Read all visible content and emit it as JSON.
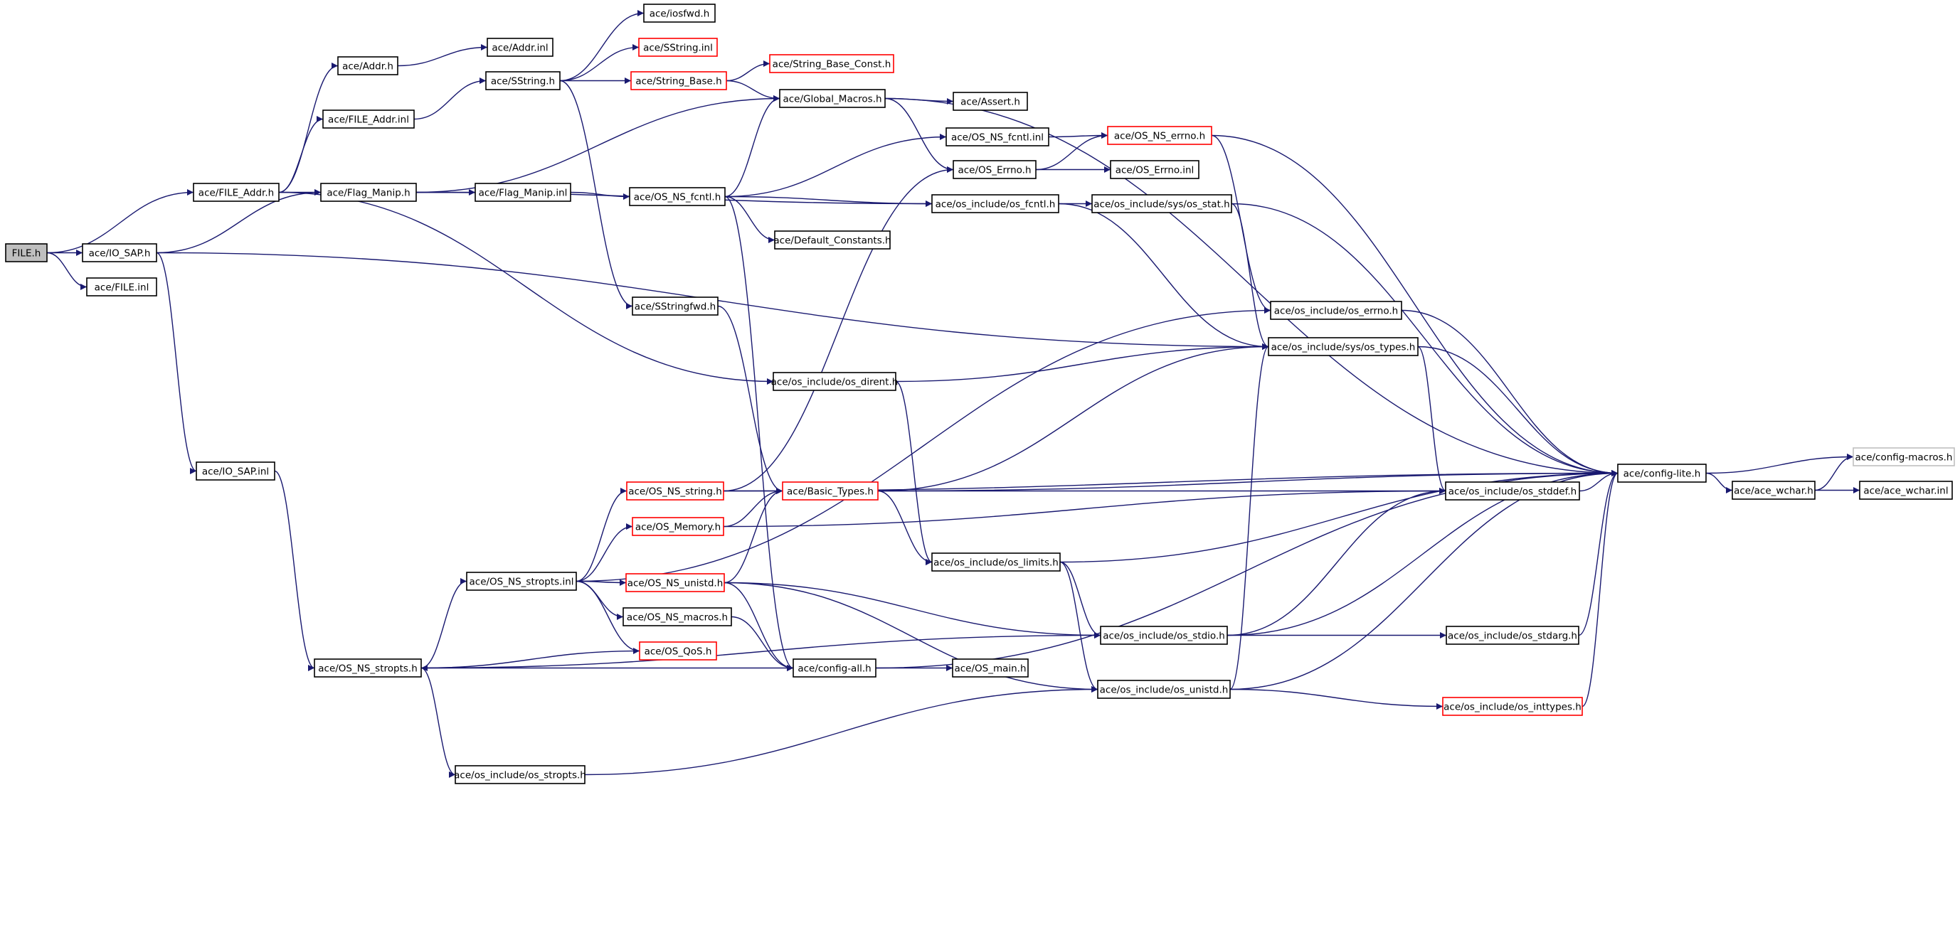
{
  "colors": {
    "edge": "#191970",
    "node_border": "#000000",
    "missing_border": "#ff0000",
    "external_border": "#bfbfbf",
    "root_fill": "#bfbfbf",
    "node_fill": "#ffffff"
  },
  "nodes": [
    {
      "id": "file_h",
      "label": "FILE.h",
      "style": "root"
    },
    {
      "id": "file_addr_h",
      "label": "ace/FILE_Addr.h",
      "style": "normal"
    },
    {
      "id": "io_sap_h",
      "label": "ace/IO_SAP.h",
      "style": "normal"
    },
    {
      "id": "file_inl",
      "label": "ace/FILE.inl",
      "style": "normal"
    },
    {
      "id": "addr_h",
      "label": "ace/Addr.h",
      "style": "normal"
    },
    {
      "id": "file_addr_inl",
      "label": "ace/FILE_Addr.inl",
      "style": "normal"
    },
    {
      "id": "flag_manip_h",
      "label": "ace/Flag_Manip.h",
      "style": "normal"
    },
    {
      "id": "addr_inl",
      "label": "ace/Addr.inl",
      "style": "normal"
    },
    {
      "id": "sstring_h",
      "label": "ace/SString.h",
      "style": "normal"
    },
    {
      "id": "iosfwd_h",
      "label": "ace/iosfwd.h",
      "style": "normal"
    },
    {
      "id": "sstring_inl",
      "label": "ace/SString.inl",
      "style": "missing"
    },
    {
      "id": "string_base_h",
      "label": "ace/String_Base.h",
      "style": "missing"
    },
    {
      "id": "string_base_const_h",
      "label": "ace/String_Base_Const.h",
      "style": "missing"
    },
    {
      "id": "global_macros_h",
      "label": "ace/Global_Macros.h",
      "style": "normal"
    },
    {
      "id": "assert_h",
      "label": "ace/Assert.h",
      "style": "normal"
    },
    {
      "id": "flag_manip_inl",
      "label": "ace/Flag_Manip.inl",
      "style": "normal"
    },
    {
      "id": "os_ns_fcntl_h",
      "label": "ace/OS_NS_fcntl.h",
      "style": "normal"
    },
    {
      "id": "os_ns_fcntl_inl",
      "label": "ace/OS_NS_fcntl.inl",
      "style": "normal"
    },
    {
      "id": "os_ns_errno_h",
      "label": "ace/OS_NS_errno.h",
      "style": "missing"
    },
    {
      "id": "os_errno_h",
      "label": "ace/OS_Errno.h",
      "style": "normal"
    },
    {
      "id": "os_errno_inl",
      "label": "ace/OS_Errno.inl",
      "style": "normal"
    },
    {
      "id": "os_include_fcntl_h",
      "label": "ace/os_include/os_fcntl.h",
      "style": "normal"
    },
    {
      "id": "os_stat_h",
      "label": "ace/os_include/sys/os_stat.h",
      "style": "normal"
    },
    {
      "id": "default_constants_h",
      "label": "ace/Default_Constants.h",
      "style": "normal"
    },
    {
      "id": "sstringfwd_h",
      "label": "ace/SStringfwd.h",
      "style": "normal"
    },
    {
      "id": "os_include_errno_h",
      "label": "ace/os_include/os_errno.h",
      "style": "normal"
    },
    {
      "id": "os_types_h",
      "label": "ace/os_include/sys/os_types.h",
      "style": "normal"
    },
    {
      "id": "os_dirent_h",
      "label": "ace/os_include/os_dirent.h",
      "style": "normal"
    },
    {
      "id": "io_sap_inl",
      "label": "ace/IO_SAP.inl",
      "style": "normal"
    },
    {
      "id": "os_ns_string_h",
      "label": "ace/OS_NS_string.h",
      "style": "missing"
    },
    {
      "id": "basic_types_h",
      "label": "ace/Basic_Types.h",
      "style": "missing"
    },
    {
      "id": "os_memory_h",
      "label": "ace/OS_Memory.h",
      "style": "missing"
    },
    {
      "id": "config_lite_h",
      "label": "ace/config-lite.h",
      "style": "normal"
    },
    {
      "id": "config_macros_h",
      "label": "ace/config-macros.h",
      "style": "external"
    },
    {
      "id": "ace_wchar_h",
      "label": "ace/ace_wchar.h",
      "style": "normal"
    },
    {
      "id": "ace_wchar_inl",
      "label": "ace/ace_wchar.inl",
      "style": "normal"
    },
    {
      "id": "os_stddef_h",
      "label": "ace/os_include/os_stddef.h",
      "style": "normal"
    },
    {
      "id": "os_limits_h",
      "label": "ace/os_include/os_limits.h",
      "style": "normal"
    },
    {
      "id": "os_ns_stropts_inl",
      "label": "ace/OS_NS_stropts.inl",
      "style": "normal"
    },
    {
      "id": "os_ns_unistd_h",
      "label": "ace/OS_NS_unistd.h",
      "style": "missing"
    },
    {
      "id": "os_ns_macros_h",
      "label": "ace/OS_NS_macros.h",
      "style": "normal"
    },
    {
      "id": "os_qos_h",
      "label": "ace/OS_QoS.h",
      "style": "missing"
    },
    {
      "id": "os_stdio_h",
      "label": "ace/os_include/os_stdio.h",
      "style": "normal"
    },
    {
      "id": "os_stdarg_h",
      "label": "ace/os_include/os_stdarg.h",
      "style": "normal"
    },
    {
      "id": "os_ns_stropts_h",
      "label": "ace/OS_NS_stropts.h",
      "style": "normal"
    },
    {
      "id": "config_all_h",
      "label": "ace/config-all.h",
      "style": "normal"
    },
    {
      "id": "os_main_h",
      "label": "ace/OS_main.h",
      "style": "normal"
    },
    {
      "id": "os_include_unistd_h",
      "label": "ace/os_include/os_unistd.h",
      "style": "normal"
    },
    {
      "id": "os_inttypes_h",
      "label": "ace/os_include/os_inttypes.h",
      "style": "missing"
    },
    {
      "id": "os_include_stropts_h",
      "label": "ace/os_include/os_stropts.h",
      "style": "normal"
    }
  ],
  "edges": [
    [
      "file_h",
      "file_addr_h"
    ],
    [
      "file_h",
      "io_sap_h"
    ],
    [
      "file_h",
      "file_inl"
    ],
    [
      "file_addr_h",
      "addr_h"
    ],
    [
      "file_addr_h",
      "file_addr_inl"
    ],
    [
      "file_addr_h",
      "flag_manip_h"
    ],
    [
      "file_addr_h",
      "os_dirent_h"
    ],
    [
      "addr_h",
      "addr_inl"
    ],
    [
      "file_addr_inl",
      "sstring_h"
    ],
    [
      "sstring_h",
      "iosfwd_h"
    ],
    [
      "sstring_h",
      "sstring_inl"
    ],
    [
      "sstring_h",
      "string_base_h"
    ],
    [
      "sstring_h",
      "sstringfwd_h"
    ],
    [
      "string_base_h",
      "string_base_const_h"
    ],
    [
      "string_base_h",
      "global_macros_h"
    ],
    [
      "global_macros_h",
      "assert_h"
    ],
    [
      "global_macros_h",
      "os_errno_h"
    ],
    [
      "global_macros_h",
      "config_lite_h"
    ],
    [
      "io_sap_h",
      "flag_manip_h"
    ],
    [
      "io_sap_h",
      "io_sap_inl"
    ],
    [
      "io_sap_h",
      "os_types_h"
    ],
    [
      "flag_manip_h",
      "global_macros_h"
    ],
    [
      "flag_manip_h",
      "flag_manip_inl"
    ],
    [
      "flag_manip_h",
      "os_include_fcntl_h"
    ],
    [
      "flag_manip_inl",
      "os_ns_fcntl_h"
    ],
    [
      "os_ns_fcntl_h",
      "global_macros_h"
    ],
    [
      "os_ns_fcntl_h",
      "os_ns_fcntl_inl"
    ],
    [
      "os_ns_fcntl_h",
      "os_include_fcntl_h"
    ],
    [
      "os_ns_fcntl_h",
      "default_constants_h"
    ],
    [
      "os_ns_fcntl_h",
      "config_all_h"
    ],
    [
      "os_ns_fcntl_inl",
      "os_ns_errno_h"
    ],
    [
      "os_errno_h",
      "os_ns_errno_h"
    ],
    [
      "os_errno_h",
      "os_errno_inl"
    ],
    [
      "os_ns_errno_h",
      "os_include_errno_h"
    ],
    [
      "os_ns_errno_h",
      "config_lite_h"
    ],
    [
      "os_include_fcntl_h",
      "os_stat_h"
    ],
    [
      "os_include_fcntl_h",
      "os_types_h"
    ],
    [
      "os_stat_h",
      "os_types_h"
    ],
    [
      "os_stat_h",
      "config_lite_h"
    ],
    [
      "os_include_errno_h",
      "config_lite_h"
    ],
    [
      "os_types_h",
      "os_stddef_h"
    ],
    [
      "os_types_h",
      "config_lite_h"
    ],
    [
      "os_dirent_h",
      "os_types_h"
    ],
    [
      "os_dirent_h",
      "os_limits_h"
    ],
    [
      "sstringfwd_h",
      "basic_types_h"
    ],
    [
      "io_sap_inl",
      "os_ns_stropts_h"
    ],
    [
      "os_ns_string_h",
      "basic_types_h"
    ],
    [
      "os_ns_string_h",
      "config_lite_h"
    ],
    [
      "os_ns_string_h",
      "os_errno_h"
    ],
    [
      "os_memory_h",
      "basic_types_h"
    ],
    [
      "os_memory_h",
      "os_stddef_h"
    ],
    [
      "basic_types_h",
      "config_lite_h"
    ],
    [
      "basic_types_h",
      "os_stddef_h"
    ],
    [
      "basic_types_h",
      "os_limits_h"
    ],
    [
      "basic_types_h",
      "os_types_h"
    ],
    [
      "config_lite_h",
      "config_macros_h"
    ],
    [
      "config_lite_h",
      "ace_wchar_h"
    ],
    [
      "ace_wchar_h",
      "ace_wchar_inl"
    ],
    [
      "ace_wchar_h",
      "config_macros_h"
    ],
    [
      "os_stddef_h",
      "config_lite_h"
    ],
    [
      "os_limits_h",
      "config_lite_h"
    ],
    [
      "os_limits_h",
      "os_stdio_h"
    ],
    [
      "os_limits_h",
      "os_include_unistd_h"
    ],
    [
      "os_ns_stropts_inl",
      "os_ns_string_h"
    ],
    [
      "os_ns_stropts_inl",
      "os_memory_h"
    ],
    [
      "os_ns_stropts_inl",
      "os_ns_unistd_h"
    ],
    [
      "os_ns_stropts_inl",
      "os_ns_macros_h"
    ],
    [
      "os_ns_stropts_inl",
      "os_qos_h"
    ],
    [
      "os_ns_stropts_inl",
      "os_include_errno_h"
    ],
    [
      "os_ns_unistd_h",
      "basic_types_h"
    ],
    [
      "os_ns_unistd_h",
      "os_stdio_h"
    ],
    [
      "os_ns_unistd_h",
      "config_all_h"
    ],
    [
      "os_ns_unistd_h",
      "os_include_unistd_h"
    ],
    [
      "os_ns_macros_h",
      "config_all_h"
    ],
    [
      "os_qos_h",
      "os_ns_stropts_h"
    ],
    [
      "os_stdio_h",
      "os_stddef_h"
    ],
    [
      "os_stdio_h",
      "os_stdarg_h"
    ],
    [
      "os_stdio_h",
      "config_lite_h"
    ],
    [
      "os_stdarg_h",
      "config_lite_h"
    ],
    [
      "os_ns_stropts_h",
      "os_ns_stropts_inl"
    ],
    [
      "os_ns_stropts_h",
      "config_all_h"
    ],
    [
      "os_ns_stropts_h",
      "os_include_stropts_h"
    ],
    [
      "os_ns_stropts_h",
      "os_stdio_h"
    ],
    [
      "config_all_h",
      "os_main_h"
    ],
    [
      "config_all_h",
      "config_lite_h"
    ],
    [
      "os_include_unistd_h",
      "os_types_h"
    ],
    [
      "os_include_unistd_h",
      "os_inttypes_h"
    ],
    [
      "os_include_unistd_h",
      "config_lite_h"
    ],
    [
      "os_inttypes_h",
      "config_lite_h"
    ],
    [
      "os_include_stropts_h",
      "os_include_unistd_h"
    ]
  ]
}
